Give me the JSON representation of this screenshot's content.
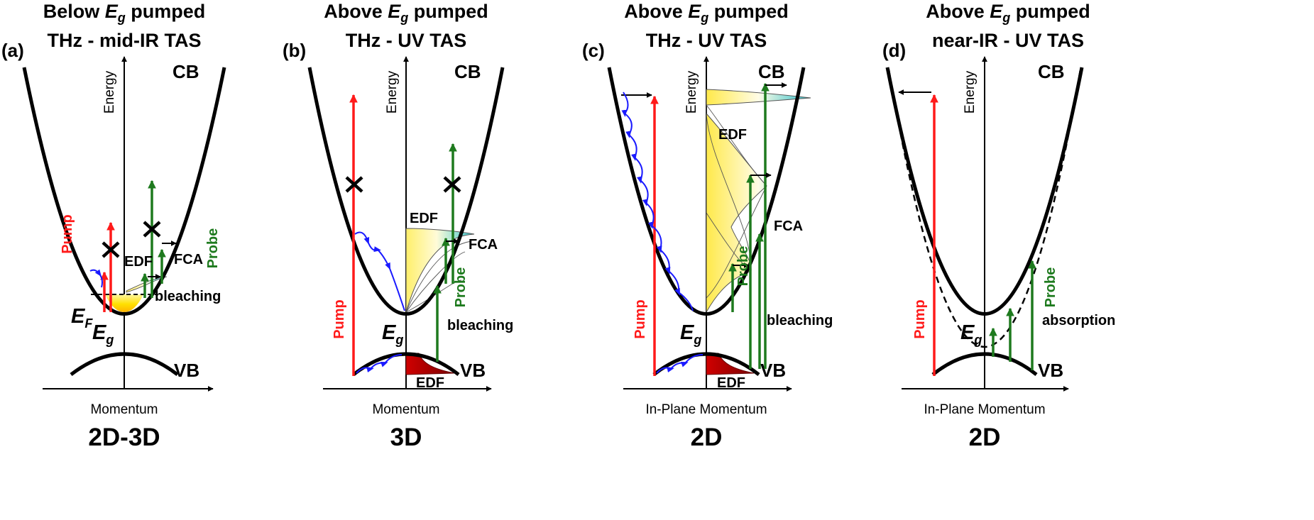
{
  "panels": [
    {
      "id": "a",
      "letter": "(a)",
      "title_pre": "Below ",
      "title_post": " pumped",
      "subtitle": "THz - mid-IR TAS",
      "cb": "CB",
      "vb": "VB",
      "x_axis": "Momentum",
      "y_axis": "Energy",
      "pump": "Pump",
      "probe": "Probe",
      "dimension": "2D-3D",
      "edf": [
        "EDF"
      ],
      "notes": [
        "FCA",
        "bleaching"
      ],
      "fermi": "E",
      "fermi_sub": "F"
    },
    {
      "id": "b",
      "letter": "(b)",
      "title_pre": "Above ",
      "title_post": " pumped",
      "subtitle": "THz - UV TAS",
      "cb": "CB",
      "vb": "VB",
      "x_axis": "Momentum",
      "y_axis": "Energy",
      "pump": "Pump",
      "probe": "Probe",
      "dimension": "3D",
      "edf": [
        "EDF",
        "EDF"
      ],
      "notes": [
        "FCA",
        "bleaching"
      ]
    },
    {
      "id": "c",
      "letter": "(c)",
      "title_pre": "Above ",
      "title_post": " pumped",
      "subtitle": "THz - UV TAS",
      "cb": "CB",
      "vb": "VB",
      "x_axis": "In-Plane Momentum",
      "y_axis": "Energy",
      "pump": "Pump",
      "probe": "Probe",
      "dimension": "2D",
      "edf": [
        "EDF",
        "EDF"
      ],
      "notes": [
        "FCA",
        "bleaching"
      ]
    },
    {
      "id": "d",
      "letter": "(d)",
      "title_pre": "Above ",
      "title_post": " pumped",
      "subtitle": "near-IR - UV TAS",
      "cb": "CB",
      "vb": "VB",
      "x_axis": "In-Plane Momentum",
      "y_axis": "Energy",
      "pump": "Pump",
      "probe": "Probe",
      "dimension": "2D",
      "notes": [
        "absorption"
      ]
    }
  ],
  "symbols": {
    "energy_gap": "E",
    "energy_gap_sub": "g"
  },
  "colors": {
    "pump": "#ff1a1a",
    "probe": "#1e7a1e",
    "relaxation": "#1a1aff",
    "edf_yellow": "#ffe600",
    "edf_cyan": "#29c2cc",
    "vb_population": "#c00000"
  }
}
